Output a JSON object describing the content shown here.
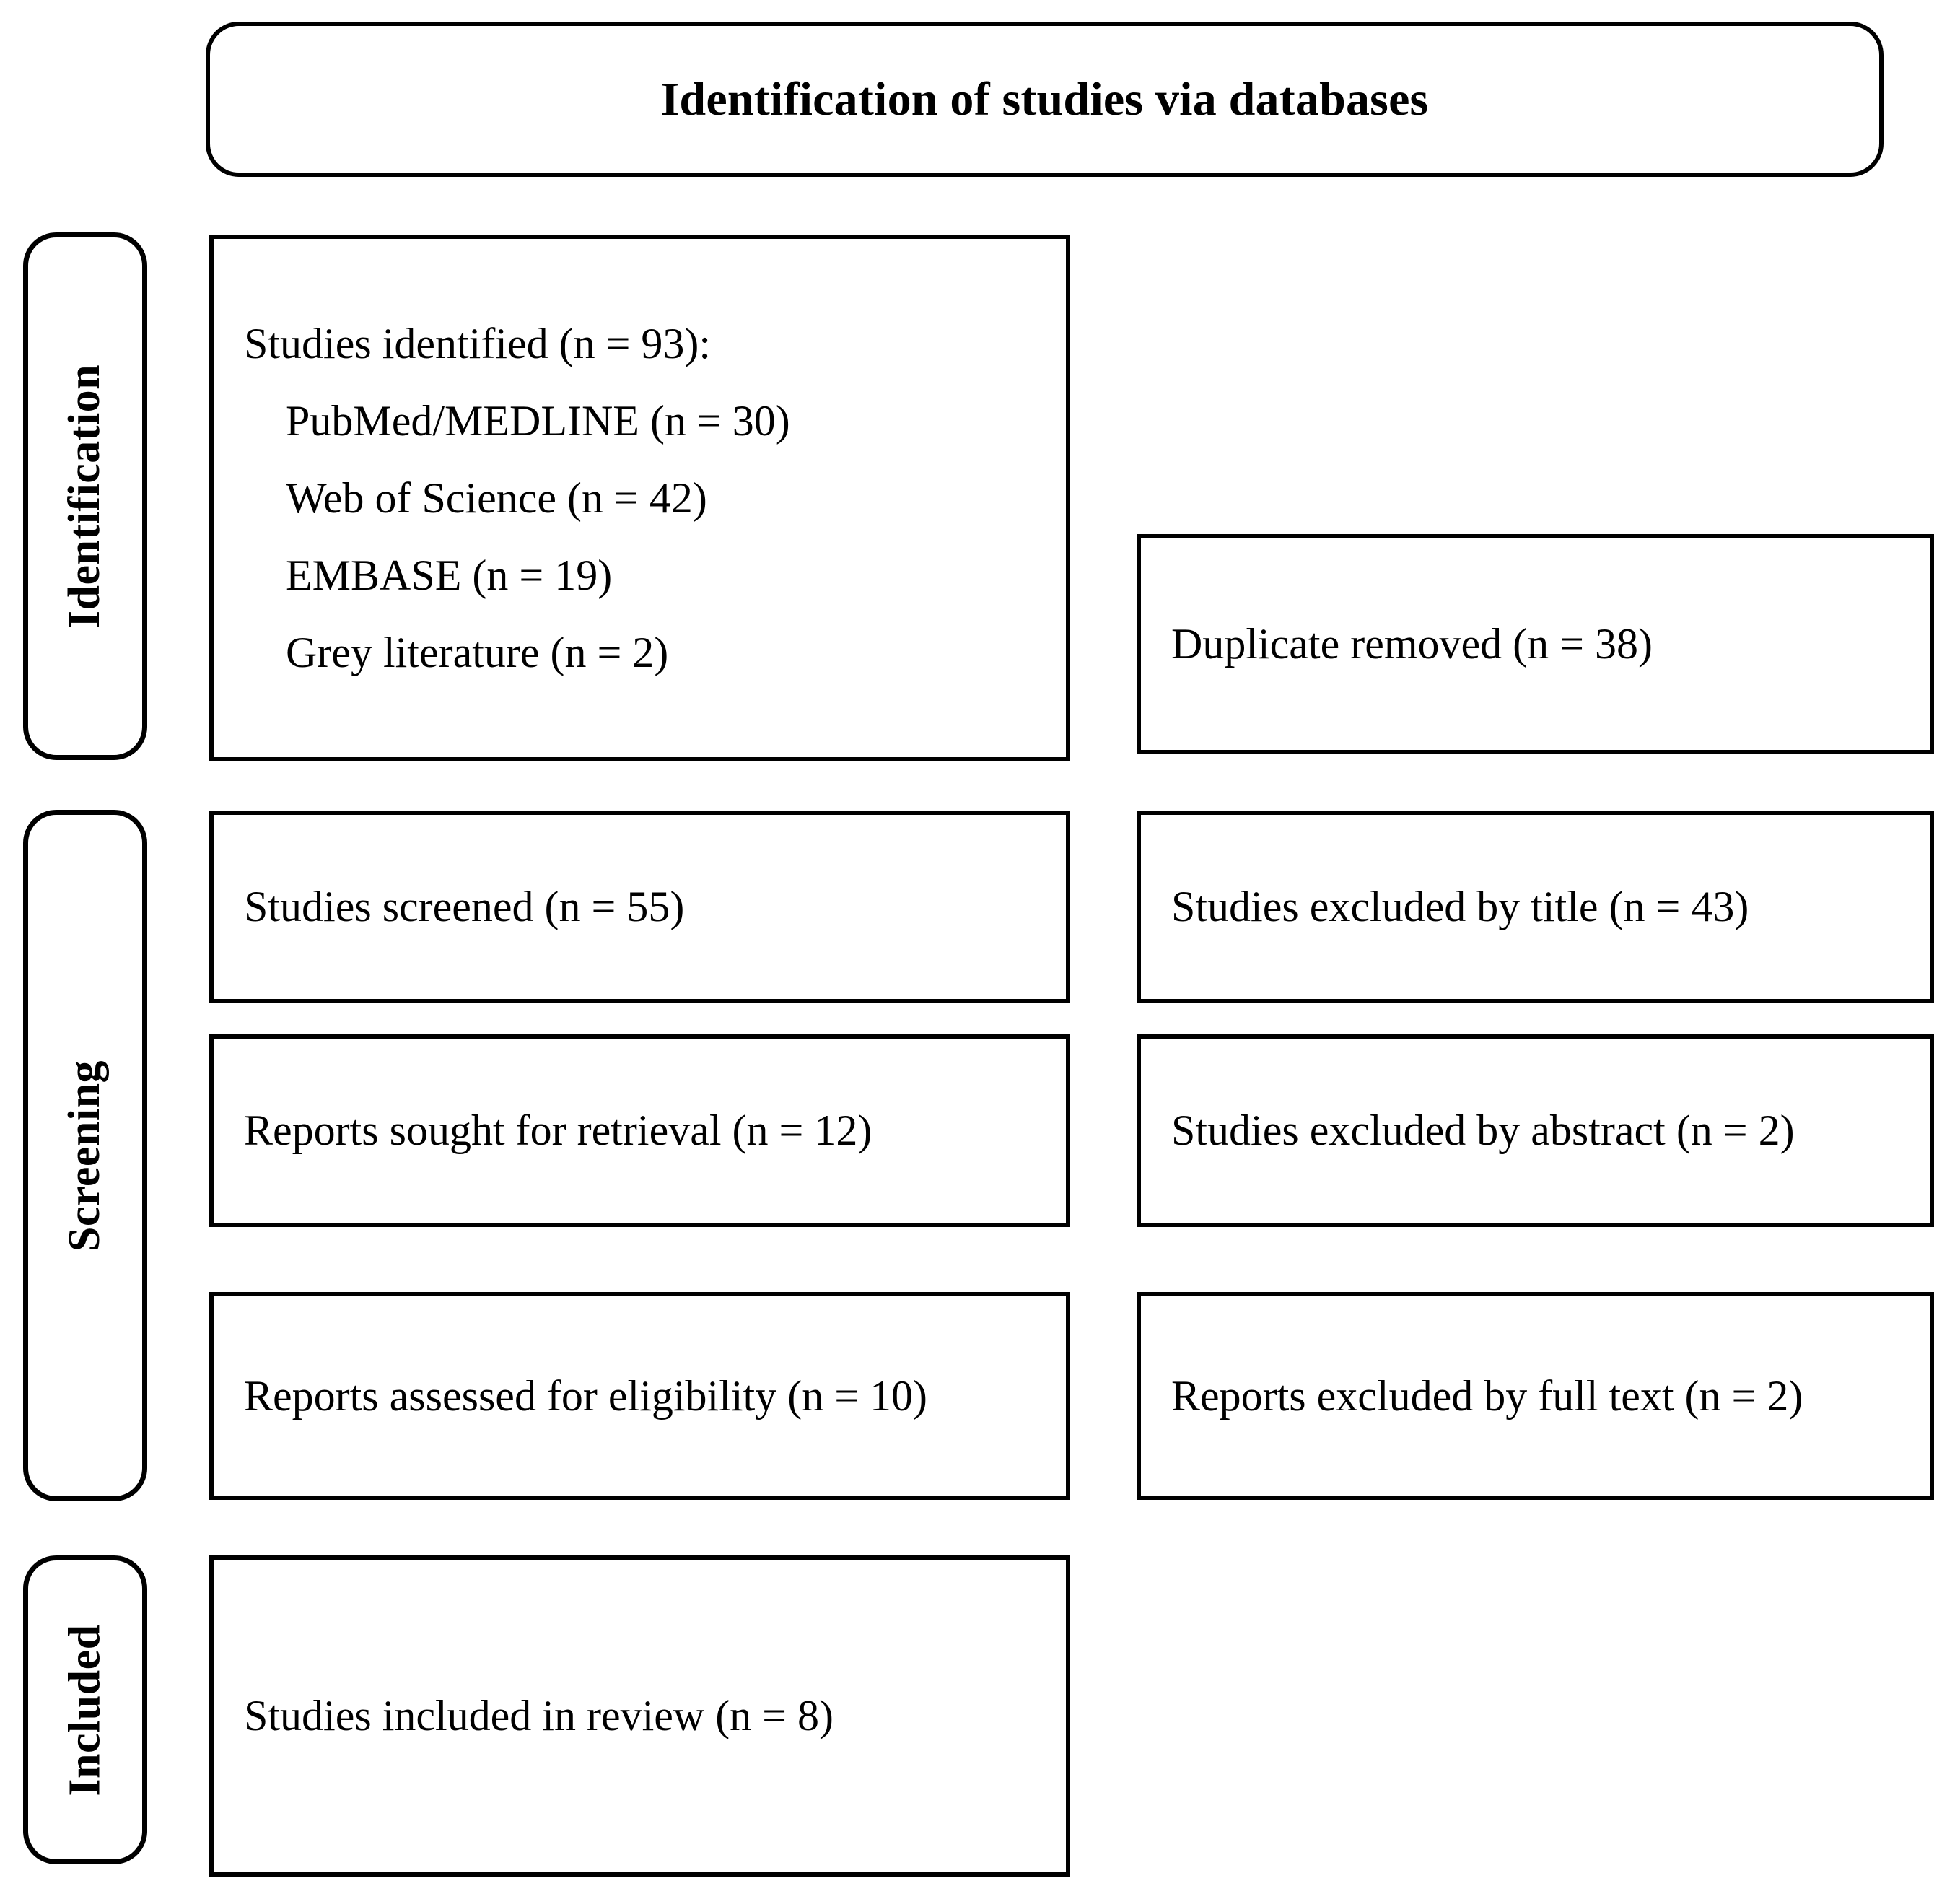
{
  "figure": {
    "type": "prisma-flow-diagram",
    "header": {
      "title": "Identification of studies via databases"
    },
    "stages": [
      {
        "key": "identification",
        "label": "Identification"
      },
      {
        "key": "screening",
        "label": "Screening"
      },
      {
        "key": "included",
        "label": "Included"
      }
    ],
    "identification": {
      "records": {
        "heading": "Studies identified (n = 93):",
        "sources": [
          "PubMed/MEDLINE (n = 30)",
          "Web of Science (n = 42)",
          "EMBASE (n = 19)",
          "Grey literature (n = 2)"
        ]
      },
      "excluded": "Duplicate removed (n = 38)"
    },
    "screening": {
      "rows": [
        {
          "left": "Studies screened (n = 55)",
          "right": "Studies excluded by title (n = 43)"
        },
        {
          "left": "Reports sought for retrieval (n = 12)",
          "right": "Studies excluded by abstract (n = 2)"
        },
        {
          "left": "Reports assessed for eligibility (n = 10)",
          "right": "Reports excluded by full text (n = 2)"
        }
      ]
    },
    "included": {
      "result": "Studies included in review (n = 8)"
    },
    "counts": {
      "identified_total": 93,
      "pubmed_medline": 30,
      "web_of_science": 42,
      "embase": 19,
      "grey_literature": 2,
      "duplicates_removed": 38,
      "screened": 55,
      "excluded_by_title": 43,
      "sought_for_retrieval": 12,
      "excluded_by_abstract": 2,
      "assessed_for_eligibility": 10,
      "excluded_by_full_text": 2,
      "included_in_review": 8
    },
    "colors": {
      "border": "#000000",
      "background": "#ffffff",
      "text": "#000000"
    }
  }
}
